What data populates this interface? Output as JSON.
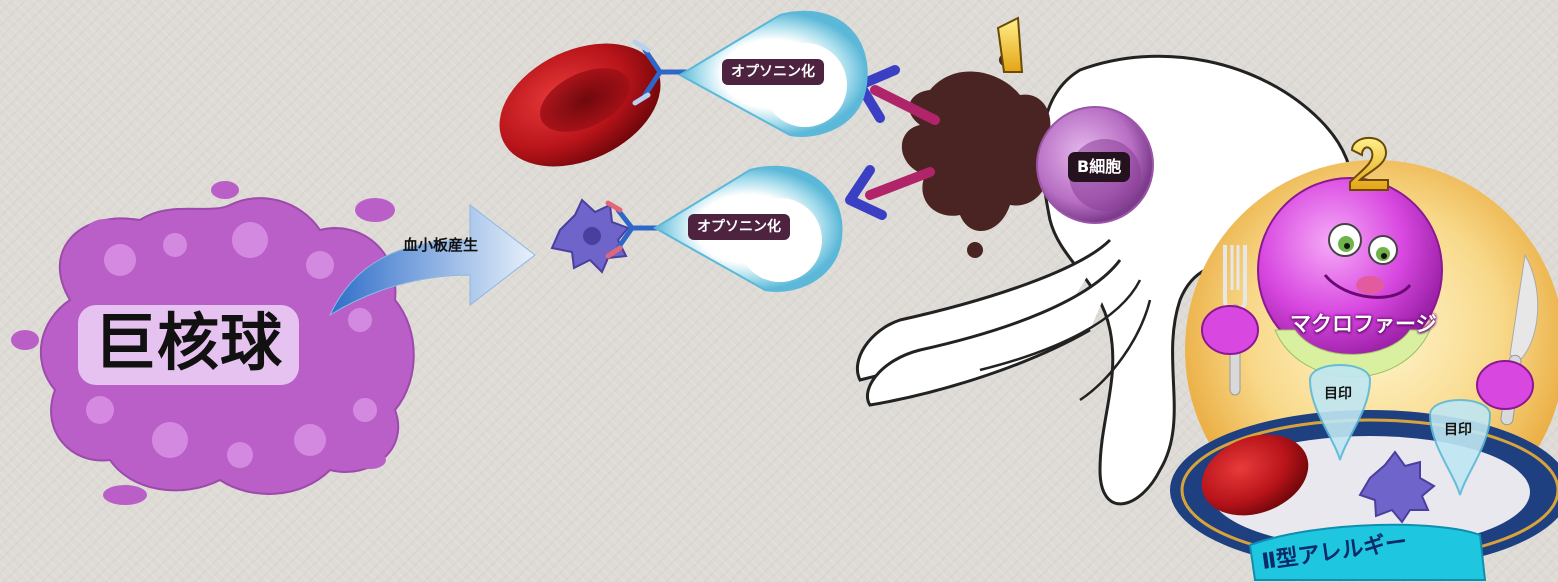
{
  "labels": {
    "megakaryocyte": "巨核球",
    "platelet_production": "血小板産生",
    "opsonization_rbc": "オプソニン化",
    "opsonization_platelet": "オプソニン化",
    "b_cell": "B細胞",
    "macrophage": "マクロファージ",
    "marker_left": "目印",
    "marker_right": "目印",
    "type2_allergy": "Ⅱ型アレルギー",
    "step_1": "1",
    "step_2": "2"
  },
  "colors": {
    "megakaryocyte": "#b95fc7",
    "red_blood_cell": "#b8141a",
    "platelet": "#6f64c9",
    "b_cell": "#b86fc4",
    "antibody_splash": "#4a2422",
    "arrow_blue": "#3b3fc4",
    "arrow_pink": "#b0246a",
    "macrophage": "#d848e0",
    "plate_rim": "#1e3f80",
    "label_bg_opso": "#4d2340",
    "step_number": "#f2c81c"
  }
}
